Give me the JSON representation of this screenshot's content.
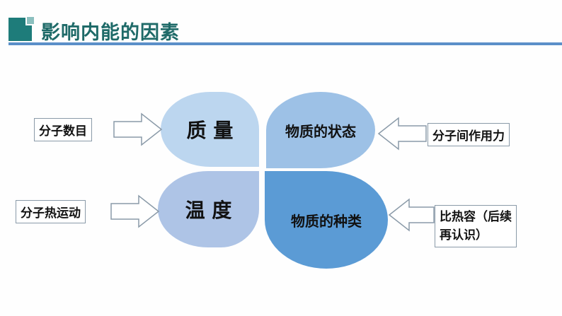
{
  "title": "影响内能的因素",
  "petals": {
    "mass": "质 量",
    "state": "物质的状态",
    "temperature": "温 度",
    "kind": "物质的种类"
  },
  "factors": {
    "mass": "分子数目",
    "state": "分子间作用力",
    "temperature": "分子热运动",
    "kind_line1": "比热容（后续",
    "kind_line2": "再认识）"
  },
  "colors": {
    "title": "#1e6a68",
    "rule": "#5b8fc9",
    "petal_tl": "#bcd6ef",
    "petal_tr": "#9dc1e6",
    "petal_bl": "#aec4e6",
    "petal_br": "#5b9bd5"
  }
}
